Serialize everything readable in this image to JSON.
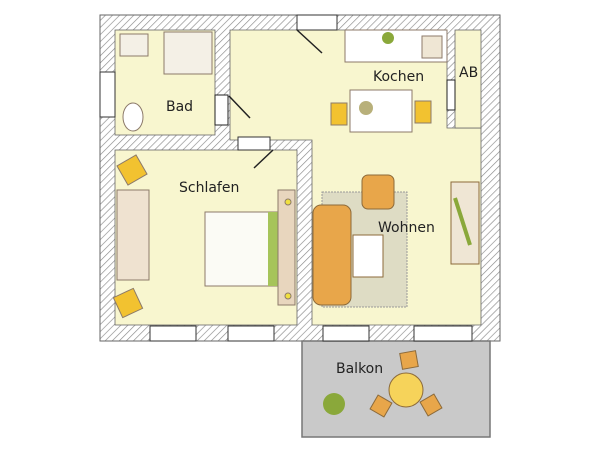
{
  "rooms": {
    "bad": "Bad",
    "kochen": "Kochen",
    "ab": "AB",
    "schlafen": "Schlafen",
    "wohnen": "Wohnen",
    "balkon": "Balkon"
  },
  "colors": {
    "floor": "#f8f6cf",
    "wall_hatch": "#8a8a8a",
    "balcony": "#c9c9c9",
    "furniture_orange": "#e8a64a",
    "furniture_yellow": "#f2c230",
    "plant_green": "#8aa83a"
  }
}
